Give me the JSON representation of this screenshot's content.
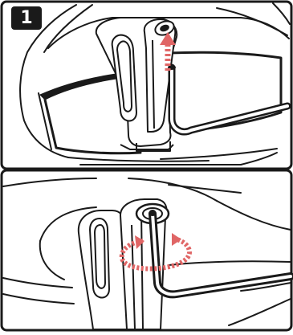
{
  "step": {
    "number": "1"
  },
  "colors": {
    "line": "#1a1a1a",
    "arrow": "#e06666",
    "background": "#ffffff"
  },
  "panels": [
    {
      "name": "top-panel",
      "content": "hex-key-removal"
    },
    {
      "name": "bottom-panel",
      "content": "hex-key-rotation"
    }
  ]
}
